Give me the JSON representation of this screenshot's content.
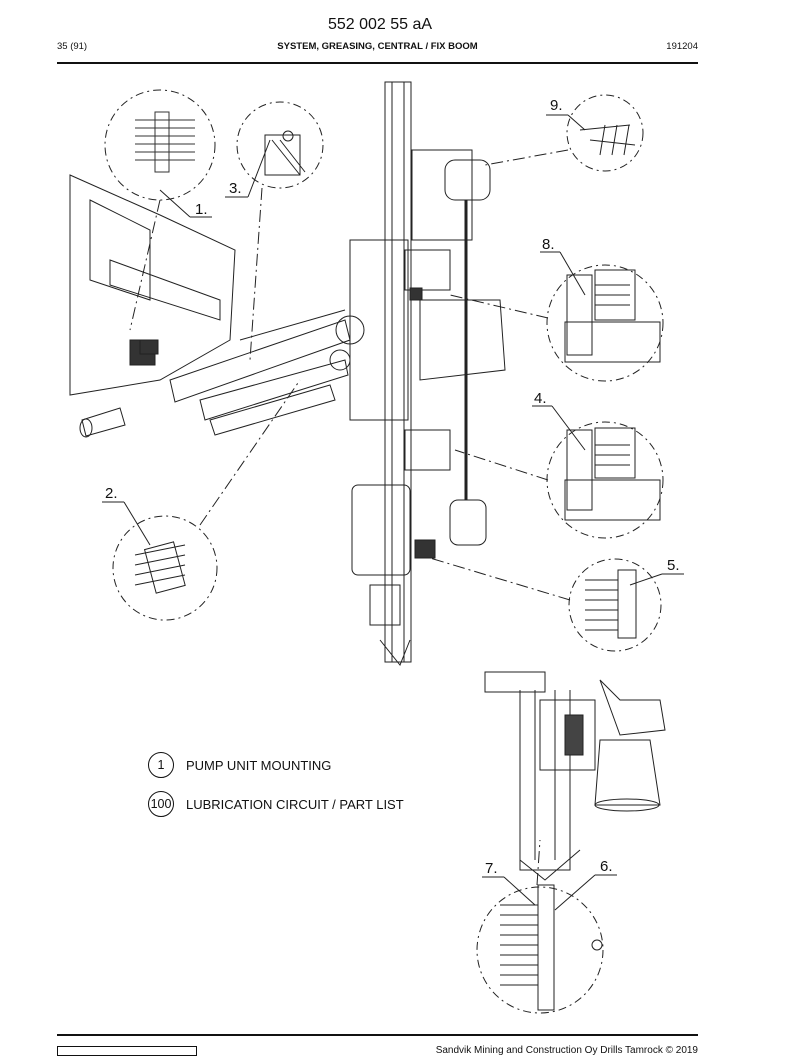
{
  "header": {
    "doc_number": "552 002 55 aA",
    "page": "35 (91)",
    "title": "SYSTEM, GREASING, CENTRAL / FIX BOOM",
    "date": "191204"
  },
  "callouts": [
    {
      "id": "c1",
      "label": "1."
    },
    {
      "id": "c2",
      "label": "2."
    },
    {
      "id": "c3",
      "label": "3."
    },
    {
      "id": "c4",
      "label": "4."
    },
    {
      "id": "c5",
      "label": "5."
    },
    {
      "id": "c6",
      "label": "6."
    },
    {
      "id": "c7",
      "label": "7."
    },
    {
      "id": "c8",
      "label": "8."
    },
    {
      "id": "c9",
      "label": "9."
    }
  ],
  "legend": [
    {
      "ref": "1",
      "text": "PUMP UNIT MOUNTING"
    },
    {
      "ref": "100",
      "text": "LUBRICATION CIRCUIT / PART LIST"
    }
  ],
  "footer": {
    "copyright": "Sandvik Mining and Construction Oy Drills Tamrock © 2019"
  }
}
